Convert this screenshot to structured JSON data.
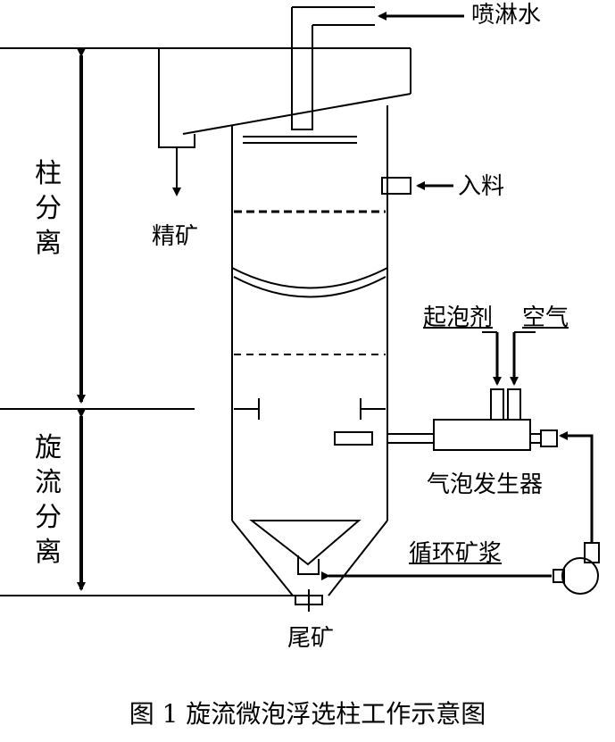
{
  "labels": {
    "spray_water": "喷淋水",
    "concentrate": "精矿",
    "feed": "入料",
    "frother": "起泡剂",
    "air": "空气",
    "bubble_generator": "气泡发生器",
    "circulating_slurry": "循环矿浆",
    "tailings": "尾矿"
  },
  "side_labels": {
    "column_separation": [
      "柱",
      "分",
      "离"
    ],
    "cyclone_separation": [
      "旋",
      "流",
      "分",
      "离"
    ]
  },
  "caption": "图 1  旋流微泡浮选柱工作示意图",
  "colors": {
    "line": "#000000",
    "background": "#ffffff"
  }
}
